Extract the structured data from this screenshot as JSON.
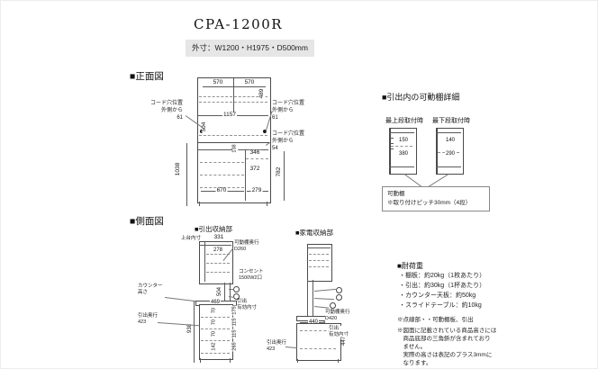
{
  "header": {
    "title": "CPA-1200R",
    "size": "外寸：W1200・H1975・D500mm"
  },
  "colors": {
    "line": "#4a4a4a",
    "text": "#1a1a1a",
    "size_box_bg": "#e6e6e6"
  },
  "front": {
    "heading": "■正面図",
    "w_left": "570",
    "w_right": "570",
    "h_top": "489",
    "w_inner": "1157",
    "h_mid": "504",
    "cord_left": "コード穴位置\n外側から\n61",
    "cord_right_top": "コード穴位置\n外側から\n61",
    "cord_right_bottom": "コード穴位置\n外側から\n54",
    "h_lower_total": "1038",
    "h_lower_inner": "782",
    "h_shelf": "138",
    "w_346": "346",
    "w_372": "372",
    "w_670": "670",
    "w_279": "279"
  },
  "detail": {
    "heading": "■引出内の可動棚詳細",
    "left_title": "最上段取付時",
    "right_title": "最下段取付時",
    "left_top": "150",
    "left_bottom": "380",
    "right_top": "140",
    "right_bottom": "290",
    "note": "可動棚\n※取り付けピッチ30mm（4段）"
  },
  "side": {
    "heading": "■側面図",
    "drawer_unit": {
      "title": "■引出収納部",
      "top_label": "上台内寸",
      "d331": "331",
      "d278": "278",
      "shelf": "可動棚奥行\nD260",
      "outlet": "コンセント\n1500W2口",
      "d504": "504",
      "counter_label": "カウンター\n高さ",
      "d469": "469",
      "d938": "938",
      "inner_label": "引出\n有効内寸",
      "inner_heights": [
        "70",
        "70",
        "70",
        "142"
      ],
      "front_heights": [
        "175",
        "115",
        "115",
        "265"
      ],
      "depth_label": "引出奥行\n423"
    },
    "appliance_unit": {
      "title": "■家電収納部",
      "d440": "440",
      "shelf": "可動棚奥行\nD420",
      "inner_label": "引出\n有効内寸",
      "d447": "447",
      "depth_label": "引出奥行\n423"
    }
  },
  "notes": {
    "heading": "■耐荷重",
    "items": [
      "・棚板：約20kg（1枚あたり）",
      "・引出：約30kg（1杯あたり）",
      "・カウンター天板：約50kg",
      "・スライドテーブル：約10kg"
    ],
    "dotted": "※点線部・・可動棚板、引出",
    "height_note": "※図面に記載されている商品高さには\n　商品底部の三角鋲が含まれており\n　ません。\n　実際の高さは表記のプラス3mmに\n　なります。"
  }
}
